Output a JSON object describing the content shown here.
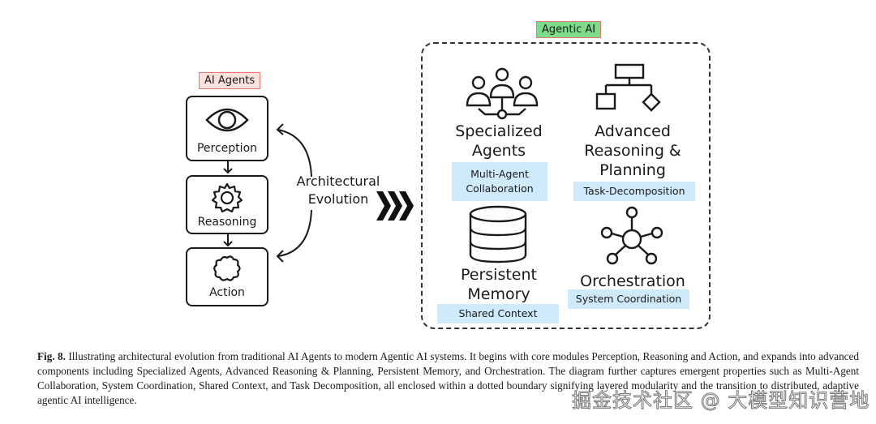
{
  "left": {
    "tag": "AI Agents",
    "modules": [
      {
        "label": "Perception",
        "icon": "eye-icon"
      },
      {
        "label": "Reasoning",
        "icon": "gear-icon"
      },
      {
        "label": "Action",
        "icon": "cloud-icon"
      }
    ]
  },
  "transition": {
    "line1": "Architectural",
    "line2": "Evolution",
    "icon": "triple-chevron-right-icon"
  },
  "right": {
    "tag": "Agentic AI",
    "components": [
      {
        "title_line1": "Specialized",
        "title_line2": "Agents",
        "sub_line1": "Multi-Agent",
        "sub_line2": "Collaboration",
        "icon": "users-network-icon"
      },
      {
        "title_line1": "Advanced",
        "title_line2": "Reasoning &",
        "title_line3": "Planning",
        "sub": "Task-Decomposition",
        "icon": "flowchart-icon"
      },
      {
        "title_line1": "Persistent",
        "title_line2": "Memory",
        "sub": "Shared Context",
        "icon": "database-icon"
      },
      {
        "title_line1": "Orchestration",
        "sub": "System Coordination",
        "icon": "hub-network-icon"
      }
    ]
  },
  "caption": {
    "label": "Fig. 8.",
    "text": " Illustrating architectural evolution from traditional AI Agents to modern Agentic AI systems. It begins with core modules Perception, Reasoning and Action, and expands into advanced components including Specialized Agents, Advanced Reasoning & Planning, Persistent Memory, and Orchestration. The diagram further captures emergent properties such as Multi-Agent Collaboration, System Coordination, Shared Context, and Task Decomposition, all enclosed within a dotted boundary signifying layered modularity and the transition to distributed, adaptive agentic AI intelligence."
  },
  "watermark": "掘金技术社区 @ 大模型知识营地",
  "colors": {
    "tag_red_bg": "#fbe0dc",
    "tag_green_bg": "#7ddc8a",
    "sub_bg": "#cfeafa",
    "stroke": "#1a1a1a"
  }
}
